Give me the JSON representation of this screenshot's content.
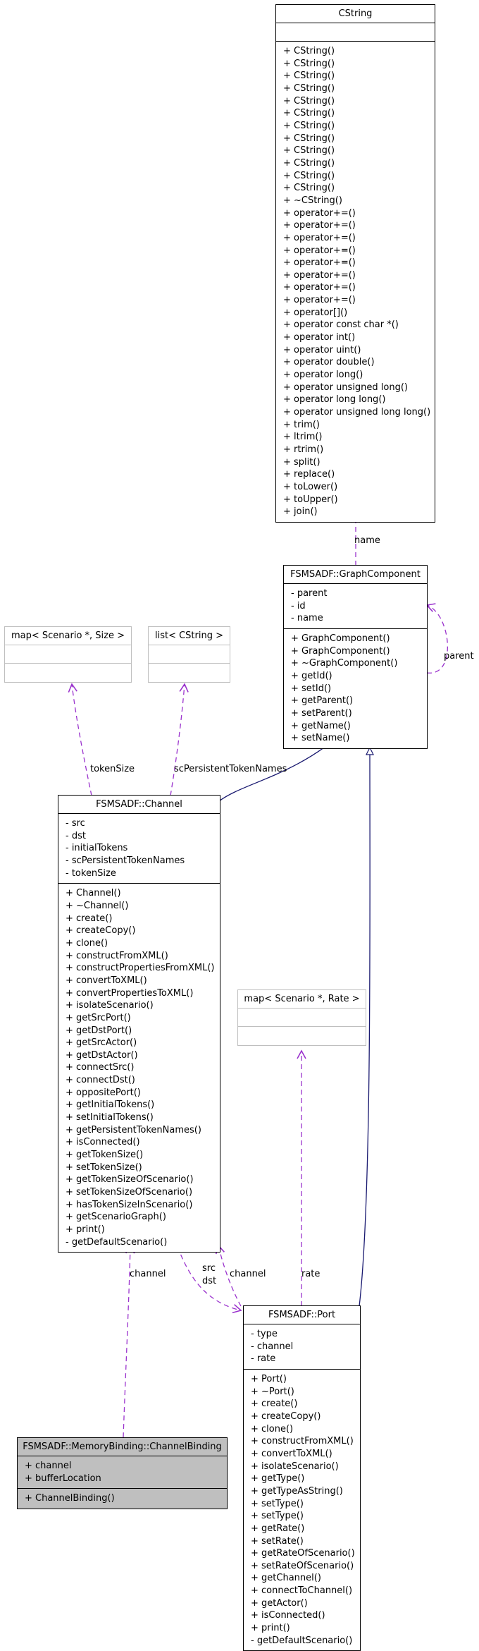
{
  "diagram": {
    "classes": {
      "cstring": {
        "name": "CString",
        "attributes": [],
        "methods": [
          "+ CString()",
          "+ CString()",
          "+ CString()",
          "+ CString()",
          "+ CString()",
          "+ CString()",
          "+ CString()",
          "+ CString()",
          "+ CString()",
          "+ CString()",
          "+ CString()",
          "+ CString()",
          "+ ~CString()",
          "+ operator+=()",
          "+ operator+=()",
          "+ operator+=()",
          "+ operator+=()",
          "+ operator+=()",
          "+ operator+=()",
          "+ operator+=()",
          "+ operator+=()",
          "+ operator[]()",
          "+ operator const char *()",
          "+ operator int()",
          "+ operator uint()",
          "+ operator double()",
          "+ operator long()",
          "+ operator unsigned long()",
          "+ operator long long()",
          "+ operator unsigned long long()",
          "+ trim()",
          "+ ltrim()",
          "+ rtrim()",
          "+ split()",
          "+ replace()",
          "+ toLower()",
          "+ toUpper()",
          "+ join()"
        ]
      },
      "graph_component": {
        "name": "FSMSADF::GraphComponent",
        "attributes": [
          "- parent",
          "- id",
          "- name"
        ],
        "methods": [
          "+ GraphComponent()",
          "+ GraphComponent()",
          "+ ~GraphComponent()",
          "+ getId()",
          "+ setId()",
          "+ getParent()",
          "+ setParent()",
          "+ getName()",
          "+ setName()"
        ]
      },
      "map_size": {
        "name": "map< Scenario *, Size >",
        "attributes": [],
        "methods": []
      },
      "list_cstring": {
        "name": "list< CString >",
        "attributes": [],
        "methods": []
      },
      "map_rate": {
        "name": "map< Scenario *, Rate >",
        "attributes": [],
        "methods": []
      },
      "channel": {
        "name": "FSMSADF::Channel",
        "attributes": [
          "- src",
          "- dst",
          "- initialTokens",
          "- scPersistentTokenNames",
          "- tokenSize"
        ],
        "methods": [
          "+ Channel()",
          "+ ~Channel()",
          "+ create()",
          "+ createCopy()",
          "+ clone()",
          "+ constructFromXML()",
          "+ constructPropertiesFromXML()",
          "+ convertToXML()",
          "+ convertPropertiesToXML()",
          "+ isolateScenario()",
          "+ getSrcPort()",
          "+ getDstPort()",
          "+ getSrcActor()",
          "+ getDstActor()",
          "+ connectSrc()",
          "+ connectDst()",
          "+ oppositePort()",
          "+ getInitialTokens()",
          "+ setInitialTokens()",
          "+ getPersistentTokenNames()",
          "+ isConnected()",
          "+ getTokenSize()",
          "+ setTokenSize()",
          "+ getTokenSizeOfScenario()",
          "+ setTokenSizeOfScenario()",
          "+ hasTokenSizeInScenario()",
          "+ getScenarioGraph()",
          "+ print()",
          "- getDefaultScenario()"
        ]
      },
      "port": {
        "name": "FSMSADF::Port",
        "attributes": [
          "- type",
          "- channel",
          "- rate"
        ],
        "methods": [
          "+ Port()",
          "+ ~Port()",
          "+ create()",
          "+ createCopy()",
          "+ clone()",
          "+ constructFromXML()",
          "+ convertToXML()",
          "+ isolateScenario()",
          "+ getType()",
          "+ getTypeAsString()",
          "+ setType()",
          "+ setType()",
          "+ getRate()",
          "+ setRate()",
          "+ getRateOfScenario()",
          "+ setRateOfScenario()",
          "+ getChannel()",
          "+ connectToChannel()",
          "+ getActor()",
          "+ isConnected()",
          "+ print()",
          "- getDefaultScenario()"
        ]
      },
      "channel_binding": {
        "name": "FSMSADF::MemoryBinding::ChannelBinding",
        "attributes": [
          "+ channel",
          "+ bufferLocation"
        ],
        "methods": [
          "+ ChannelBinding()"
        ]
      }
    },
    "edge_labels": {
      "name": "name",
      "parent": "parent",
      "token_size": "tokenSize",
      "sc_persistent": "scPersistentTokenNames",
      "src": "src",
      "dst": "dst",
      "channel_port": "channel",
      "rate": "rate",
      "channel_binding": "channel"
    },
    "colors": {
      "inheritance": "#191970",
      "association": "#9a32cd",
      "box_border": "#000000",
      "template_border": "#bfbfbf",
      "focus_fill": "#bfbfbf"
    }
  }
}
